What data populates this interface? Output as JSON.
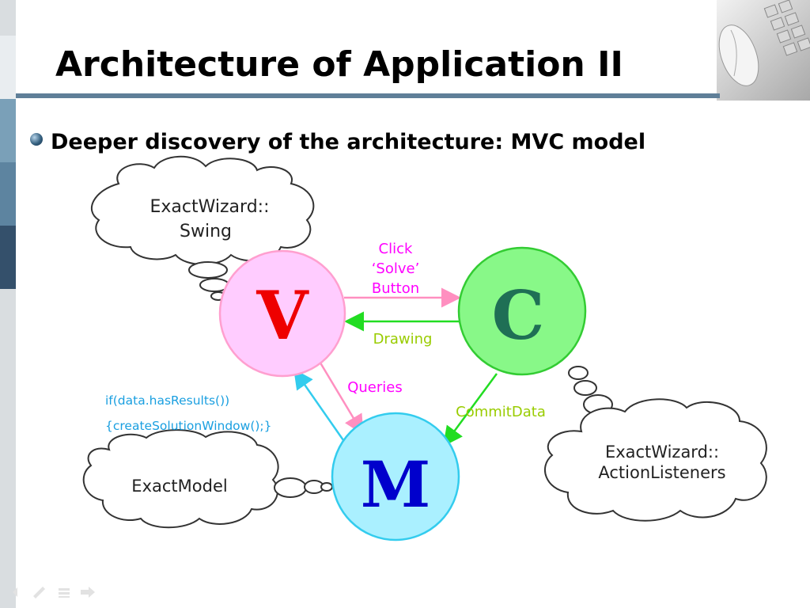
{
  "slide": {
    "title": "Architecture of Application II",
    "bullet": "Deeper discovery of the architecture: MVC model"
  },
  "diagram": {
    "nodes": {
      "view": "V",
      "controller": "C",
      "model": "M"
    },
    "clouds": {
      "swing_line1": "ExactWizard::",
      "swing_line2": "Swing",
      "listeners_line1": "ExactWizard::",
      "listeners_line2": "ActionListeners",
      "model": "ExactModel"
    },
    "edges": {
      "click_line1": "Click",
      "click_line2": "‘Solve’",
      "click_line3": "Button",
      "drawing": "Drawing",
      "queries": "Queries",
      "commit": "CommitData"
    },
    "code": {
      "line1": "if(data.hasResults())",
      "line2": "{createSolutionWindow();}"
    }
  },
  "colors": {
    "view_fill": "#ffccff",
    "view_stroke": "#ff9fcf",
    "view_letter": "#ee0000",
    "controller_fill": "#88f888",
    "controller_stroke": "#33cc33",
    "controller_letter": "#1f6f55",
    "model_fill": "#aaf0ff",
    "model_stroke": "#33ccee",
    "model_letter": "#0000cc",
    "pink_text": "#ff00ff",
    "green_text": "#99cc00",
    "blue_text": "#1a9fe0",
    "title_rule": "#5f7f98"
  }
}
